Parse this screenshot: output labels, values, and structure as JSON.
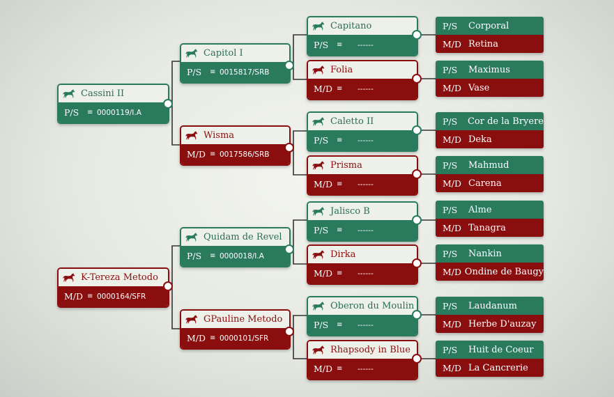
{
  "colors": {
    "sire": "#2a7a5e",
    "dam": "#8a0e0e",
    "background": "#e6e9e2"
  },
  "icons": {
    "horse": "horse-icon",
    "list": "list-icon"
  },
  "sire_role": "P/S",
  "dam_role": "M/D",
  "subject_sire": {
    "name": "Cassini II",
    "role": "P/S",
    "reg": "0000119/I.A"
  },
  "subject_dam": {
    "name": "K-Tereza Metodo",
    "role": "M/D",
    "reg": "0000164/SFR"
  },
  "parents": [
    {
      "name": "Capitol I",
      "role": "P/S",
      "reg": "0015817/SRB"
    },
    {
      "name": "Wisma",
      "role": "M/D",
      "reg": "0017586/SRB"
    },
    {
      "name": "Quidam de Revel",
      "role": "P/S",
      "reg": "0000018/I.A"
    },
    {
      "name": "GPauline Metodo",
      "role": "M/D",
      "reg": "0000101/SFR"
    }
  ],
  "grandparents": [
    {
      "name": "Capitano",
      "role": "P/S",
      "reg": "------"
    },
    {
      "name": "Folia",
      "role": "M/D",
      "reg": "------"
    },
    {
      "name": "Caletto II",
      "role": "P/S",
      "reg": "------"
    },
    {
      "name": "Prisma",
      "role": "M/D",
      "reg": "------"
    },
    {
      "name": "Jalisco B",
      "role": "P/S",
      "reg": "------"
    },
    {
      "name": "Dirka",
      "role": "M/D",
      "reg": "------"
    },
    {
      "name": "Oberon du Moulin",
      "role": "P/S",
      "reg": "------"
    },
    {
      "name": "Rhapsody in Blue",
      "role": "M/D",
      "reg": "------"
    }
  ],
  "great_grandparents": [
    {
      "sire": "Corporal",
      "dam": "Retina"
    },
    {
      "sire": "Maximus",
      "dam": "Vase"
    },
    {
      "sire": "Cor de la Bryere",
      "dam": "Deka"
    },
    {
      "sire": "Mahmud",
      "dam": "Carena"
    },
    {
      "sire": "Alme",
      "dam": "Tanagra"
    },
    {
      "sire": "Nankin",
      "dam": "Ondine de Baugy"
    },
    {
      "sire": "Laudanum",
      "dam": "Herbe D'auzay"
    },
    {
      "sire": "Huit de Coeur",
      "dam": "La Cancrerie"
    }
  ]
}
